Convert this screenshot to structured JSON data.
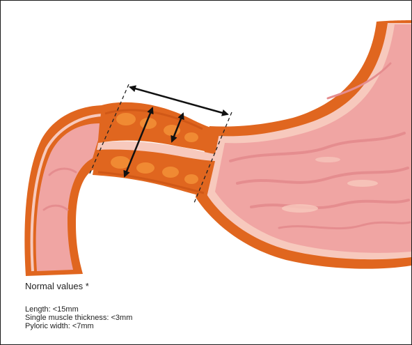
{
  "legend": {
    "title": "Normal values *",
    "items": [
      "Length: <15mm",
      "Single muscle thickness: <3mm",
      "Pyloric width: <7mm"
    ]
  },
  "colors": {
    "muscle_outer": "#e0661f",
    "muscle_dark": "#c44e12",
    "submucosa": "#f7c9bd",
    "mucosa": "#f0a5a3",
    "mucosa_fold": "#e58d8f",
    "muscle_nodule": "#f08a33",
    "arrow": "#111111"
  }
}
